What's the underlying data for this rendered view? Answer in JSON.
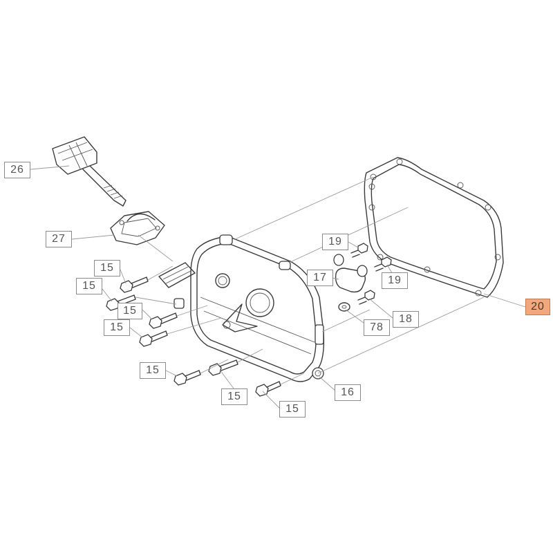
{
  "callouts": [
    {
      "label": "26"
    },
    {
      "label": "27"
    },
    {
      "label": "15"
    },
    {
      "label": "15"
    },
    {
      "label": "15"
    },
    {
      "label": "15"
    },
    {
      "label": "15"
    },
    {
      "label": "15"
    },
    {
      "label": "15"
    },
    {
      "label": "19"
    },
    {
      "label": "19"
    },
    {
      "label": "17"
    },
    {
      "label": "18"
    },
    {
      "label": "78"
    },
    {
      "label": "16"
    },
    {
      "label": "20"
    }
  ],
  "colors": {
    "highlight": "#f3a77a",
    "line": "#3a3a3a",
    "label_text": "#555555"
  }
}
